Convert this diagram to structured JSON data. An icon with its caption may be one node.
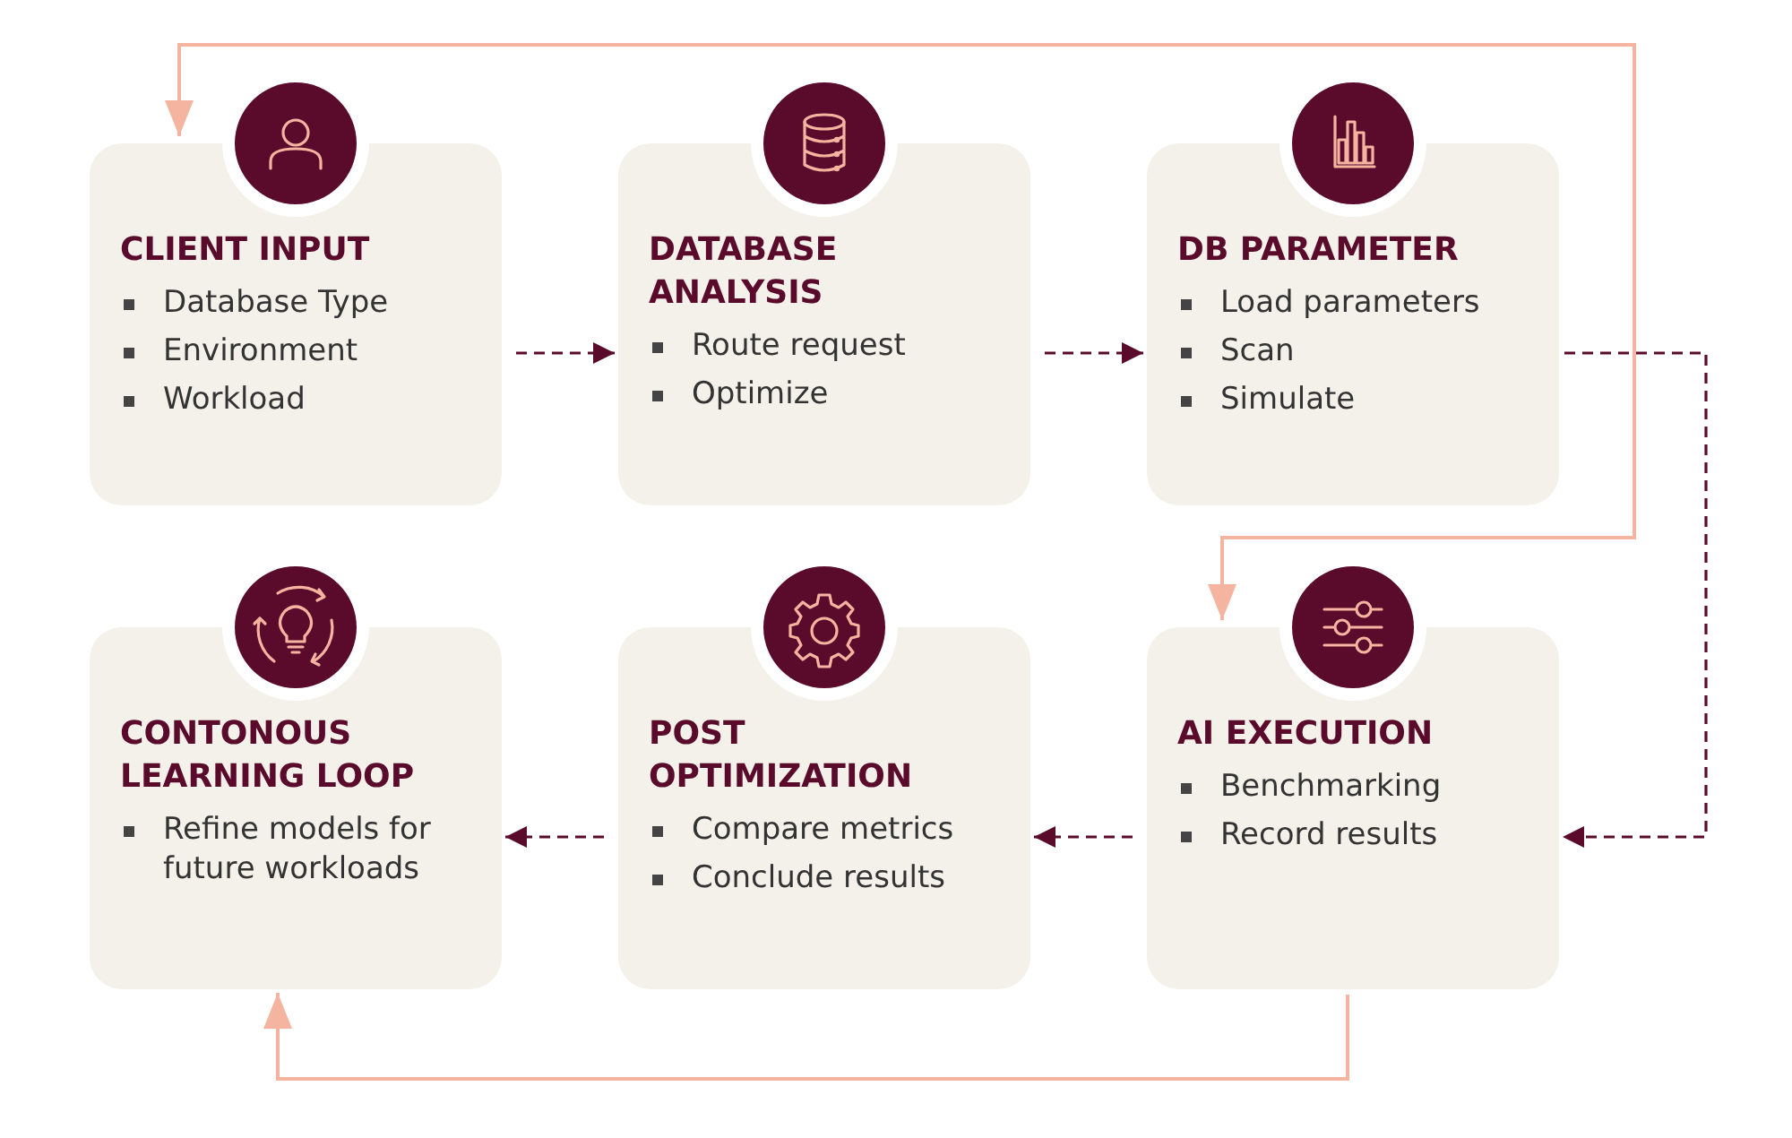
{
  "diagram": {
    "nodes": [
      {
        "text": [
          "CLIENT INPUT",
          "Database Type",
          "Environment",
          "Workload"
        ]
      },
      {
        "text": [
          "DATABASE ANALYSIS",
          "Route request",
          "Optimize"
        ]
      },
      {
        "text": [
          "DB PARAMETER",
          "Load parameters",
          "Scan",
          "Simulate"
        ]
      },
      {
        "text": [
          "CONTONOUS LEARNING LOOP",
          "Refine models for future workloads"
        ]
      },
      {
        "text": [
          "POST OPTIMIZATION",
          "Compare metrics",
          "Conclude results"
        ]
      },
      {
        "text": [
          "AI EXECUTION",
          "Benchmarking",
          "Record results"
        ]
      }
    ],
    "edges": [
      {
        "from": 0,
        "to": 1,
        "arrow": "to",
        "style": "dashed"
      },
      {
        "from": 1,
        "to": 2,
        "arrow": "to",
        "style": "dashed"
      },
      {
        "from": 2,
        "to": 5,
        "arrow": "to",
        "style": "dashed"
      },
      {
        "from": 5,
        "to": 4,
        "arrow": "to",
        "style": "dashed"
      },
      {
        "from": 4,
        "to": 3,
        "arrow": "to",
        "style": "dashed"
      },
      {
        "from": 5,
        "to": 3,
        "arrow": "to",
        "color": "#f4b4a0"
      },
      {
        "from": 5,
        "to": 0,
        "arrow": "both",
        "color": "#f4b4a0"
      }
    ]
  }
}
